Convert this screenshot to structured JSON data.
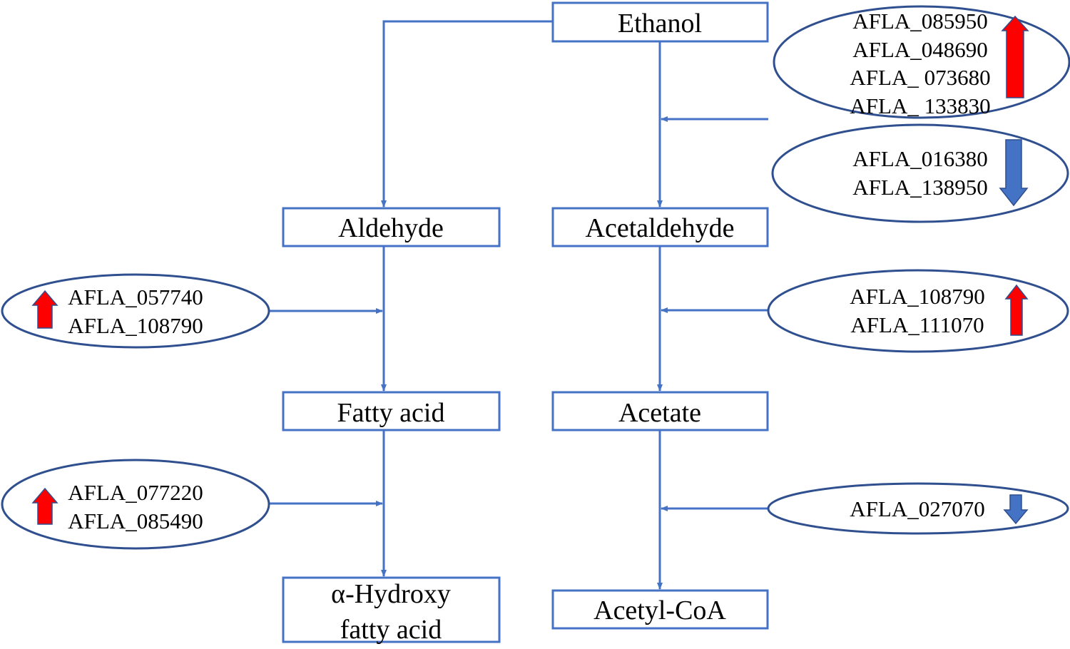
{
  "colors": {
    "line": "#4472C4",
    "ellipse_stroke": "#2F4F8F",
    "up_arrow": "#FF0000",
    "down_arrow": "#4472C4"
  },
  "nodes": {
    "ethanol": "Ethanol",
    "aldehyde": "Aldehyde",
    "acetaldehyde": "Acetaldehyde",
    "fatty_acid": "Fatty acid",
    "acetate": "Acetate",
    "hydroxy_line1": "α-Hydroxy",
    "hydroxy_line2": "fatty acid",
    "acetyl_coa": "Acetyl-CoA"
  },
  "gene_groups": {
    "ethanol_to_acetaldehyde_up": {
      "regulation": "up",
      "genes": [
        "AFLA_085950",
        "AFLA_048690",
        "AFLA_ 073680",
        "AFLA_ 133830"
      ]
    },
    "ethanol_to_acetaldehyde_down": {
      "regulation": "down",
      "genes": [
        "AFLA_016380",
        "AFLA_138950"
      ]
    },
    "aldehyde_to_fatty_acid": {
      "regulation": "up",
      "genes": [
        "AFLA_057740",
        "AFLA_108790"
      ]
    },
    "acetaldehyde_to_acetate": {
      "regulation": "up",
      "genes": [
        "AFLA_108790",
        "AFLA_111070"
      ]
    },
    "fatty_acid_to_hydroxy": {
      "regulation": "up",
      "genes": [
        "AFLA_077220",
        "AFLA_085490"
      ]
    },
    "acetate_to_acetyl_coa": {
      "regulation": "down",
      "genes": [
        "AFLA_027070"
      ]
    }
  }
}
